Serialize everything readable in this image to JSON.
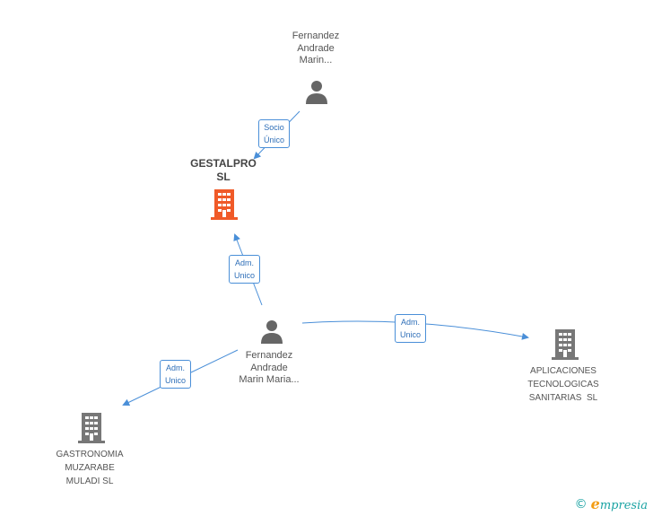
{
  "nodes": {
    "person_top": {
      "label_lines": [
        "Fernandez",
        "Andrade",
        "Marin..."
      ]
    },
    "gestalpro": {
      "label_lines": [
        "GESTALPRO",
        "SL"
      ],
      "color": "#f05a28"
    },
    "person_center": {
      "label_lines": [
        "Fernandez",
        "Andrade",
        "Marin Maria..."
      ]
    },
    "aplicaciones": {
      "label_lines": [
        "APLICACIONES",
        "TECNOLOGICAS",
        "SANITARIAS  SL"
      ]
    },
    "gastronomia": {
      "label_lines": [
        "GASTRONOMIA",
        "MUZARABE",
        "MULADI SL"
      ]
    }
  },
  "edges": {
    "socio_unico": {
      "lines": [
        "Socio",
        "Único"
      ]
    },
    "adm_gestalpro": {
      "lines": [
        "Adm.",
        "Unico"
      ]
    },
    "adm_aplicaciones": {
      "lines": [
        "Adm.",
        "Unico"
      ]
    },
    "adm_gastronomia": {
      "lines": [
        "Adm.",
        "Unico"
      ]
    }
  },
  "colors": {
    "edge": "#4a8fd8",
    "person": "#666666",
    "company": "#777777",
    "highlight": "#f05a28"
  },
  "footer": {
    "copyright": "©",
    "brand_initial": "e",
    "brand_rest": "mpresia"
  }
}
